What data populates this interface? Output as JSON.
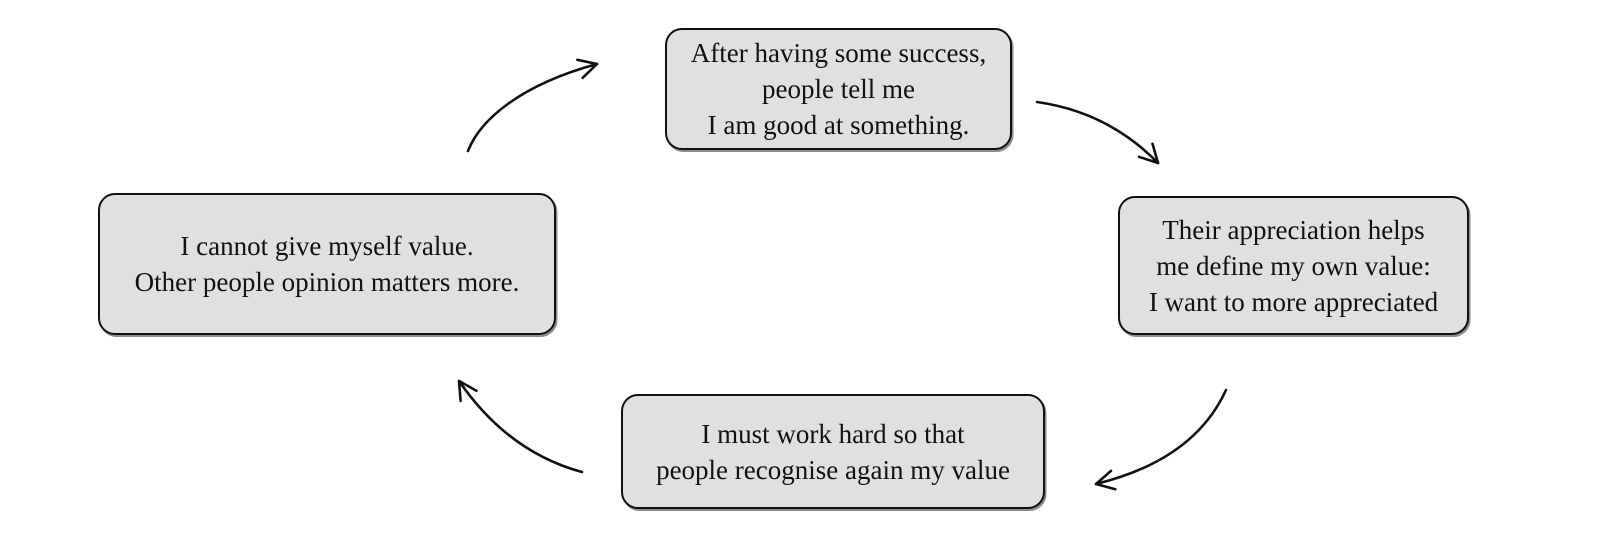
{
  "colors": {
    "background": "#ffffff",
    "node_fill": "#e0e0e0",
    "node_border": "#111111",
    "arrow": "#111111",
    "text": "#111111"
  },
  "nodes": [
    {
      "id": "top",
      "lines": [
        "After having some success,",
        "people tell me",
        "I am good at something."
      ]
    },
    {
      "id": "right",
      "lines": [
        "Their appreciation helps",
        "me define my own value:",
        "I want to more appreciated"
      ]
    },
    {
      "id": "bottom",
      "lines": [
        "I must work hard so that",
        "people recognise again my value"
      ]
    },
    {
      "id": "left",
      "lines": [
        "I cannot give myself value.",
        "Other people opinion matters more."
      ]
    }
  ],
  "connections": [
    {
      "from": "left",
      "to": "top"
    },
    {
      "from": "top",
      "to": "right"
    },
    {
      "from": "right",
      "to": "bottom"
    },
    {
      "from": "bottom",
      "to": "left"
    }
  ]
}
